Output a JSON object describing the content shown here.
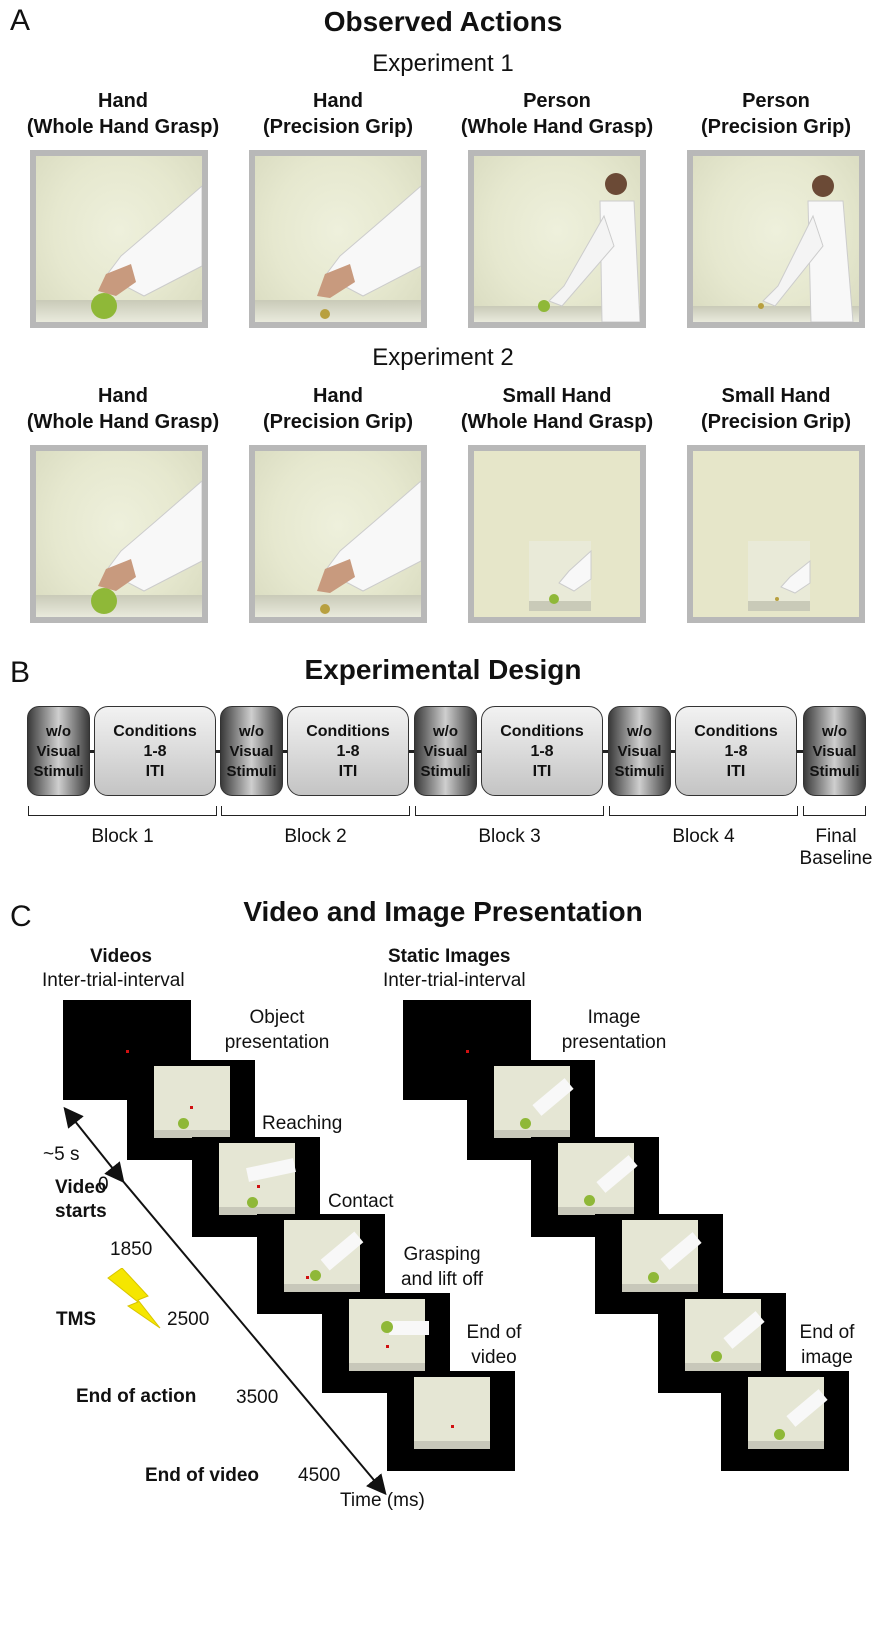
{
  "panel_a": {
    "letter": "A",
    "title": "Observed Actions",
    "experiment1": {
      "title": "Experiment 1",
      "columns": [
        {
          "line1": "Hand",
          "line2": "(Whole Hand Grasp)"
        },
        {
          "line1": "Hand",
          "line2": "(Precision Grip)"
        },
        {
          "line1": "Person",
          "line2": "(Whole Hand Grasp)"
        },
        {
          "line1": "Person",
          "line2": "(Precision Grip)"
        }
      ]
    },
    "experiment2": {
      "title": "Experiment 2",
      "columns": [
        {
          "line1": "Hand",
          "line2": "(Whole Hand Grasp)"
        },
        {
          "line1": "Hand",
          "line2": "(Precision Grip)"
        },
        {
          "line1": "Small Hand",
          "line2": "(Whole Hand Grasp)"
        },
        {
          "line1": "Small Hand",
          "line2": "(Precision Grip)"
        }
      ]
    }
  },
  "panel_b": {
    "letter": "B",
    "title": "Experimental Design",
    "baseline_block": {
      "line1": "w/o",
      "line2": "Visual",
      "line3": "Stimuli"
    },
    "condition_block": {
      "line1": "Conditions",
      "line2": "1-8",
      "line3": "ITI"
    },
    "block_labels": [
      "Block 1",
      "Block 2",
      "Block 3",
      "Block 4"
    ],
    "final_label": {
      "line1": "Final",
      "line2": "Baseline"
    }
  },
  "panel_c": {
    "letter": "C",
    "title": "Video and Image Presentation",
    "videos": {
      "heading": "Videos",
      "sub": "Inter-trial-interval",
      "steps": {
        "object": {
          "line1": "Object",
          "line2": "presentation"
        },
        "reaching": "Reaching",
        "contact": "Contact",
        "grasping": {
          "line1": "Grasping",
          "line2": "and lift off"
        },
        "end": {
          "line1": "End of",
          "line2": "video"
        }
      }
    },
    "static": {
      "heading": "Static Images",
      "sub": "Inter-trial-interval",
      "steps": {
        "image": {
          "line1": "Image",
          "line2": "presentation"
        },
        "end": {
          "line1": "End of",
          "line2": "image"
        }
      }
    },
    "timeline": {
      "iti": "~5 s",
      "video_starts_1": "Video",
      "video_starts_2": "starts",
      "t0": "0",
      "t1850": "1850",
      "tms": "TMS",
      "t2500": "2500",
      "end_action": "End of action",
      "t3500": "3500",
      "end_video": "End of video",
      "t4500": "4500",
      "axis": "Time (ms)"
    },
    "colors": {
      "tms_bolt": "#f5e600",
      "fixation": "#d01010"
    }
  }
}
